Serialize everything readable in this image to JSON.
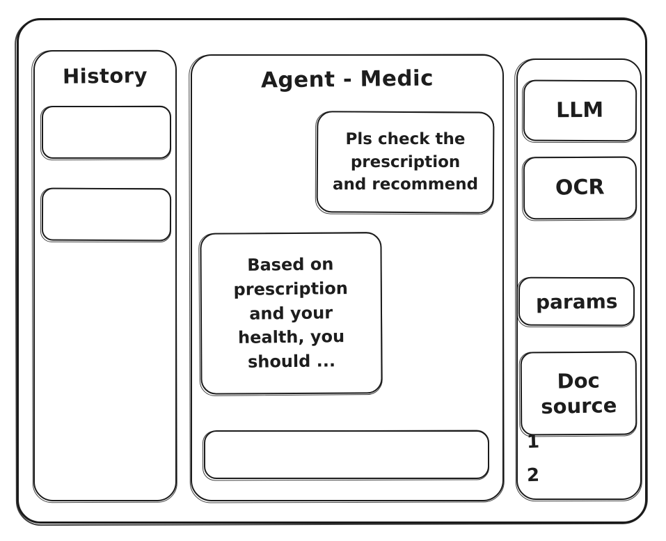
{
  "window": {
    "frame_label": "app-window"
  },
  "sidebar": {
    "title": "History",
    "items": [
      {
        "label": ""
      },
      {
        "label": ""
      }
    ]
  },
  "chat": {
    "title": "Agent - Medic",
    "messages": [
      {
        "role": "user",
        "text": "Pls check the\nprescription\nand recommend"
      },
      {
        "role": "agent",
        "text": "Based on\nprescription\nand your\nhealth, you\nshould ..."
      }
    ],
    "input": {
      "value": "",
      "placeholder": ""
    }
  },
  "tools": {
    "buttons": [
      {
        "label": "LLM"
      },
      {
        "label": "OCR"
      },
      {
        "label": "params"
      }
    ],
    "doc_source": {
      "label": "Doc\nsource",
      "items": [
        "1",
        "2"
      ]
    }
  },
  "colors": {
    "stroke": "#1b1b1b",
    "text": "#1d1d1d",
    "background": "#ffffff"
  }
}
